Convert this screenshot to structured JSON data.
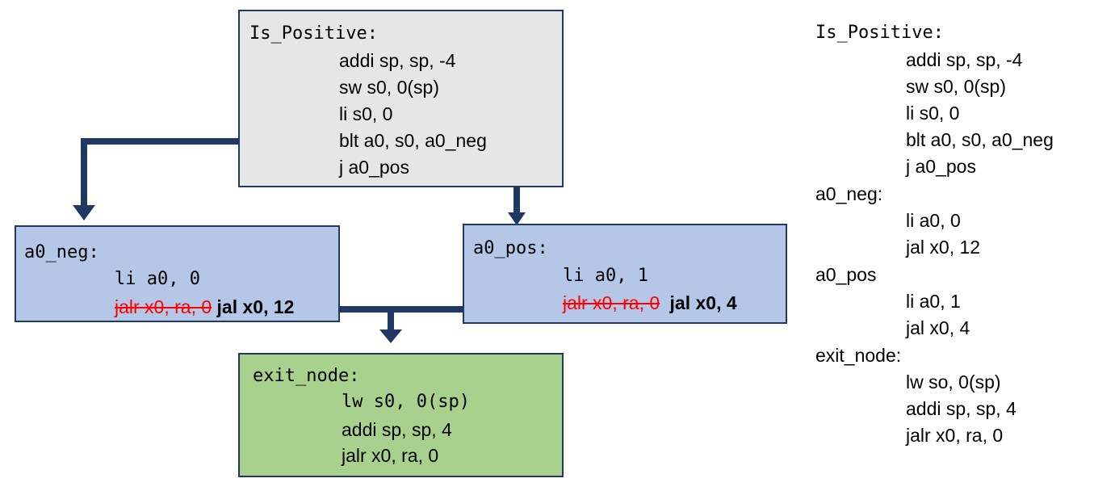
{
  "boxes": {
    "is_positive": {
      "label": "Is_Positive:",
      "lines": [
        "addi sp, sp, -4",
        "sw s0, 0(sp)",
        "li s0, 0",
        "blt a0, s0, a0_neg",
        "j a0_pos"
      ]
    },
    "a0_neg": {
      "label": "a0_neg:",
      "line1": "li a0, 0",
      "struck": "jalr x0, ra, 0",
      "replacement": "jal x0, 12"
    },
    "a0_pos": {
      "label": "a0_pos:",
      "line1": "li a0, 1",
      "struck": "jalr x0, ra, 0",
      "replacement": "jal x0, 4"
    },
    "exit_node": {
      "label": "exit_node:",
      "lines": [
        "lw s0, 0(sp)",
        "addi sp, sp, 4",
        "jalr x0, ra, 0"
      ]
    }
  },
  "listing": {
    "title": "Is_Positive:",
    "lines": [
      "addi sp, sp, -4",
      "sw s0, 0(sp)",
      "li s0, 0",
      "blt a0, s0, a0_neg",
      "j a0_pos",
      "a0_neg:",
      "li a0, 0",
      "jal x0, 12",
      "a0_pos",
      "li a0, 1",
      "jal x0, 4",
      "exit_node:",
      "lw so, 0(sp)",
      "addi sp, sp, 4",
      "jalr x0, ra, 0"
    ]
  },
  "colors": {
    "border": "#1f3864",
    "arrow": "#1f3864",
    "entry_fill": "#e6e6e6",
    "branch_fill": "#b4c7e7",
    "exit_fill": "#a9d18e",
    "struck_text": "#ff0000"
  }
}
